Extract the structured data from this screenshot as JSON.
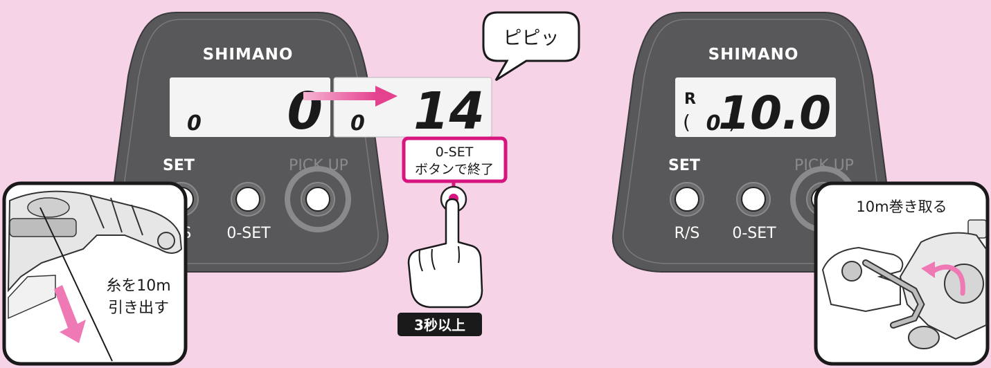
{
  "left_device": {
    "brand": "SHIMANO",
    "screen_small": "0",
    "screen_big": "0",
    "set_label": "SET",
    "rs_label": "R/S",
    "oset_label": "0-SET",
    "pickup_label": "PICK UP"
  },
  "middle_display": {
    "screen_small": "0",
    "screen_big": "14"
  },
  "beep": "ピピッ",
  "end_instruction": {
    "line1": "0-SET",
    "line2": "ボタンで終了"
  },
  "hold_time": "3秒以上",
  "pull_inset": {
    "line1": "糸を10m",
    "line2": "引き出す"
  },
  "right_device": {
    "brand": "SHIMANO",
    "r_mark": "R",
    "paren_value": "0",
    "screen_big": "10.0",
    "set_label": "SET",
    "rs_label": "R/S",
    "oset_label": "0-SET",
    "pickup_label": "PICK UP"
  },
  "reel_inset": {
    "caption": "10m巻き取る"
  },
  "colors": {
    "background": "#f6d3e6",
    "device_body": "#58585a",
    "accent_pink": "#d6157f",
    "screen": "#f4f4f4"
  }
}
